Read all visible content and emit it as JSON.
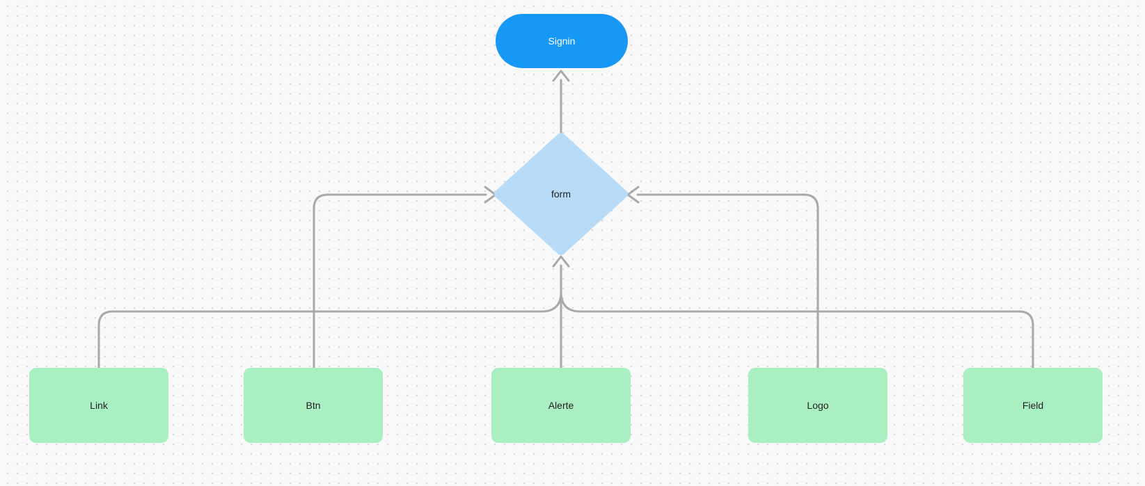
{
  "diagram": {
    "background": {
      "color": "#f9f9f9",
      "dot_color": "#d8d8d8"
    },
    "connector_color": "#a9a9a9",
    "nodes": {
      "signin": {
        "label": "Signin",
        "shape": "rounded-pill",
        "fill": "#1798f4",
        "text_color": "#ffffff"
      },
      "form": {
        "label": "form",
        "shape": "diamond",
        "fill": "#b8dcf8",
        "text_color": "#1e2023"
      },
      "link": {
        "label": "Link",
        "shape": "rectangle",
        "fill": "#aaefc1",
        "text_color": "#1e2023"
      },
      "btn": {
        "label": "Btn",
        "shape": "rectangle",
        "fill": "#aaefc1",
        "text_color": "#1e2023"
      },
      "alerte": {
        "label": "Alerte",
        "shape": "rectangle",
        "fill": "#aaefc1",
        "text_color": "#1e2023"
      },
      "logo": {
        "label": "Logo",
        "shape": "rectangle",
        "fill": "#aaefc1",
        "text_color": "#1e2023"
      },
      "field": {
        "label": "Field",
        "shape": "rectangle",
        "fill": "#aaefc1",
        "text_color": "#1e2023"
      }
    },
    "edges": [
      {
        "from": "form",
        "to": "signin",
        "style": "arrow-up"
      },
      {
        "from": "btn",
        "to": "form",
        "style": "arrow-right-into-left-vertex"
      },
      {
        "from": "logo",
        "to": "form",
        "style": "arrow-left-into-right-vertex"
      },
      {
        "from": "alerte",
        "to": "form",
        "style": "arrow-up-into-bottom-vertex"
      },
      {
        "from": "link",
        "to": "form",
        "style": "merges-into-alerte-trunk"
      },
      {
        "from": "field",
        "to": "form",
        "style": "merges-into-alerte-trunk"
      }
    ]
  }
}
